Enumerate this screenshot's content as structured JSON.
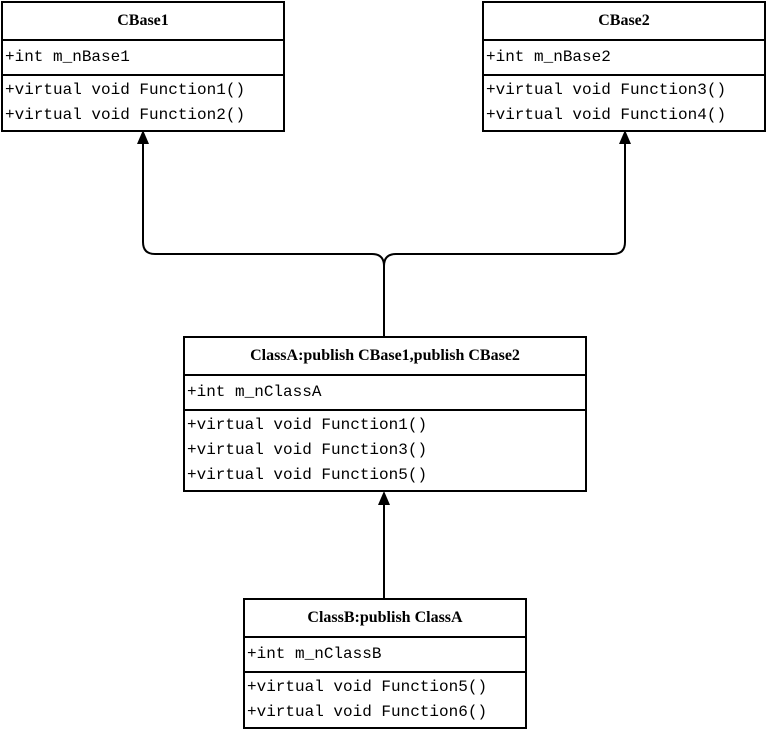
{
  "classes": {
    "cbase1": {
      "name": "CBase1",
      "attributes": [
        "+int m_nBase1"
      ],
      "methods": [
        "+virtual void Function1()",
        "+virtual void Function2()"
      ]
    },
    "cbase2": {
      "name": "CBase2",
      "attributes": [
        "+int m_nBase2"
      ],
      "methods": [
        "+virtual void Function3()",
        "+virtual void Function4()"
      ]
    },
    "classa": {
      "name": "ClassA:publish CBase1,publish CBase2",
      "attributes": [
        "+int m_nClassA"
      ],
      "methods": [
        "+virtual void Function1()",
        "+virtual void Function3()",
        "+virtual void Function5()"
      ]
    },
    "classb": {
      "name": "ClassB:publish ClassA",
      "attributes": [
        "+int m_nClassB"
      ],
      "methods": [
        "+virtual void Function5()",
        "+virtual void Function6()"
      ]
    }
  },
  "relations": [
    {
      "from": "ClassA",
      "to": "CBase1",
      "type": "inheritance"
    },
    {
      "from": "ClassA",
      "to": "CBase2",
      "type": "inheritance"
    },
    {
      "from": "ClassB",
      "to": "ClassA",
      "type": "inheritance"
    }
  ]
}
